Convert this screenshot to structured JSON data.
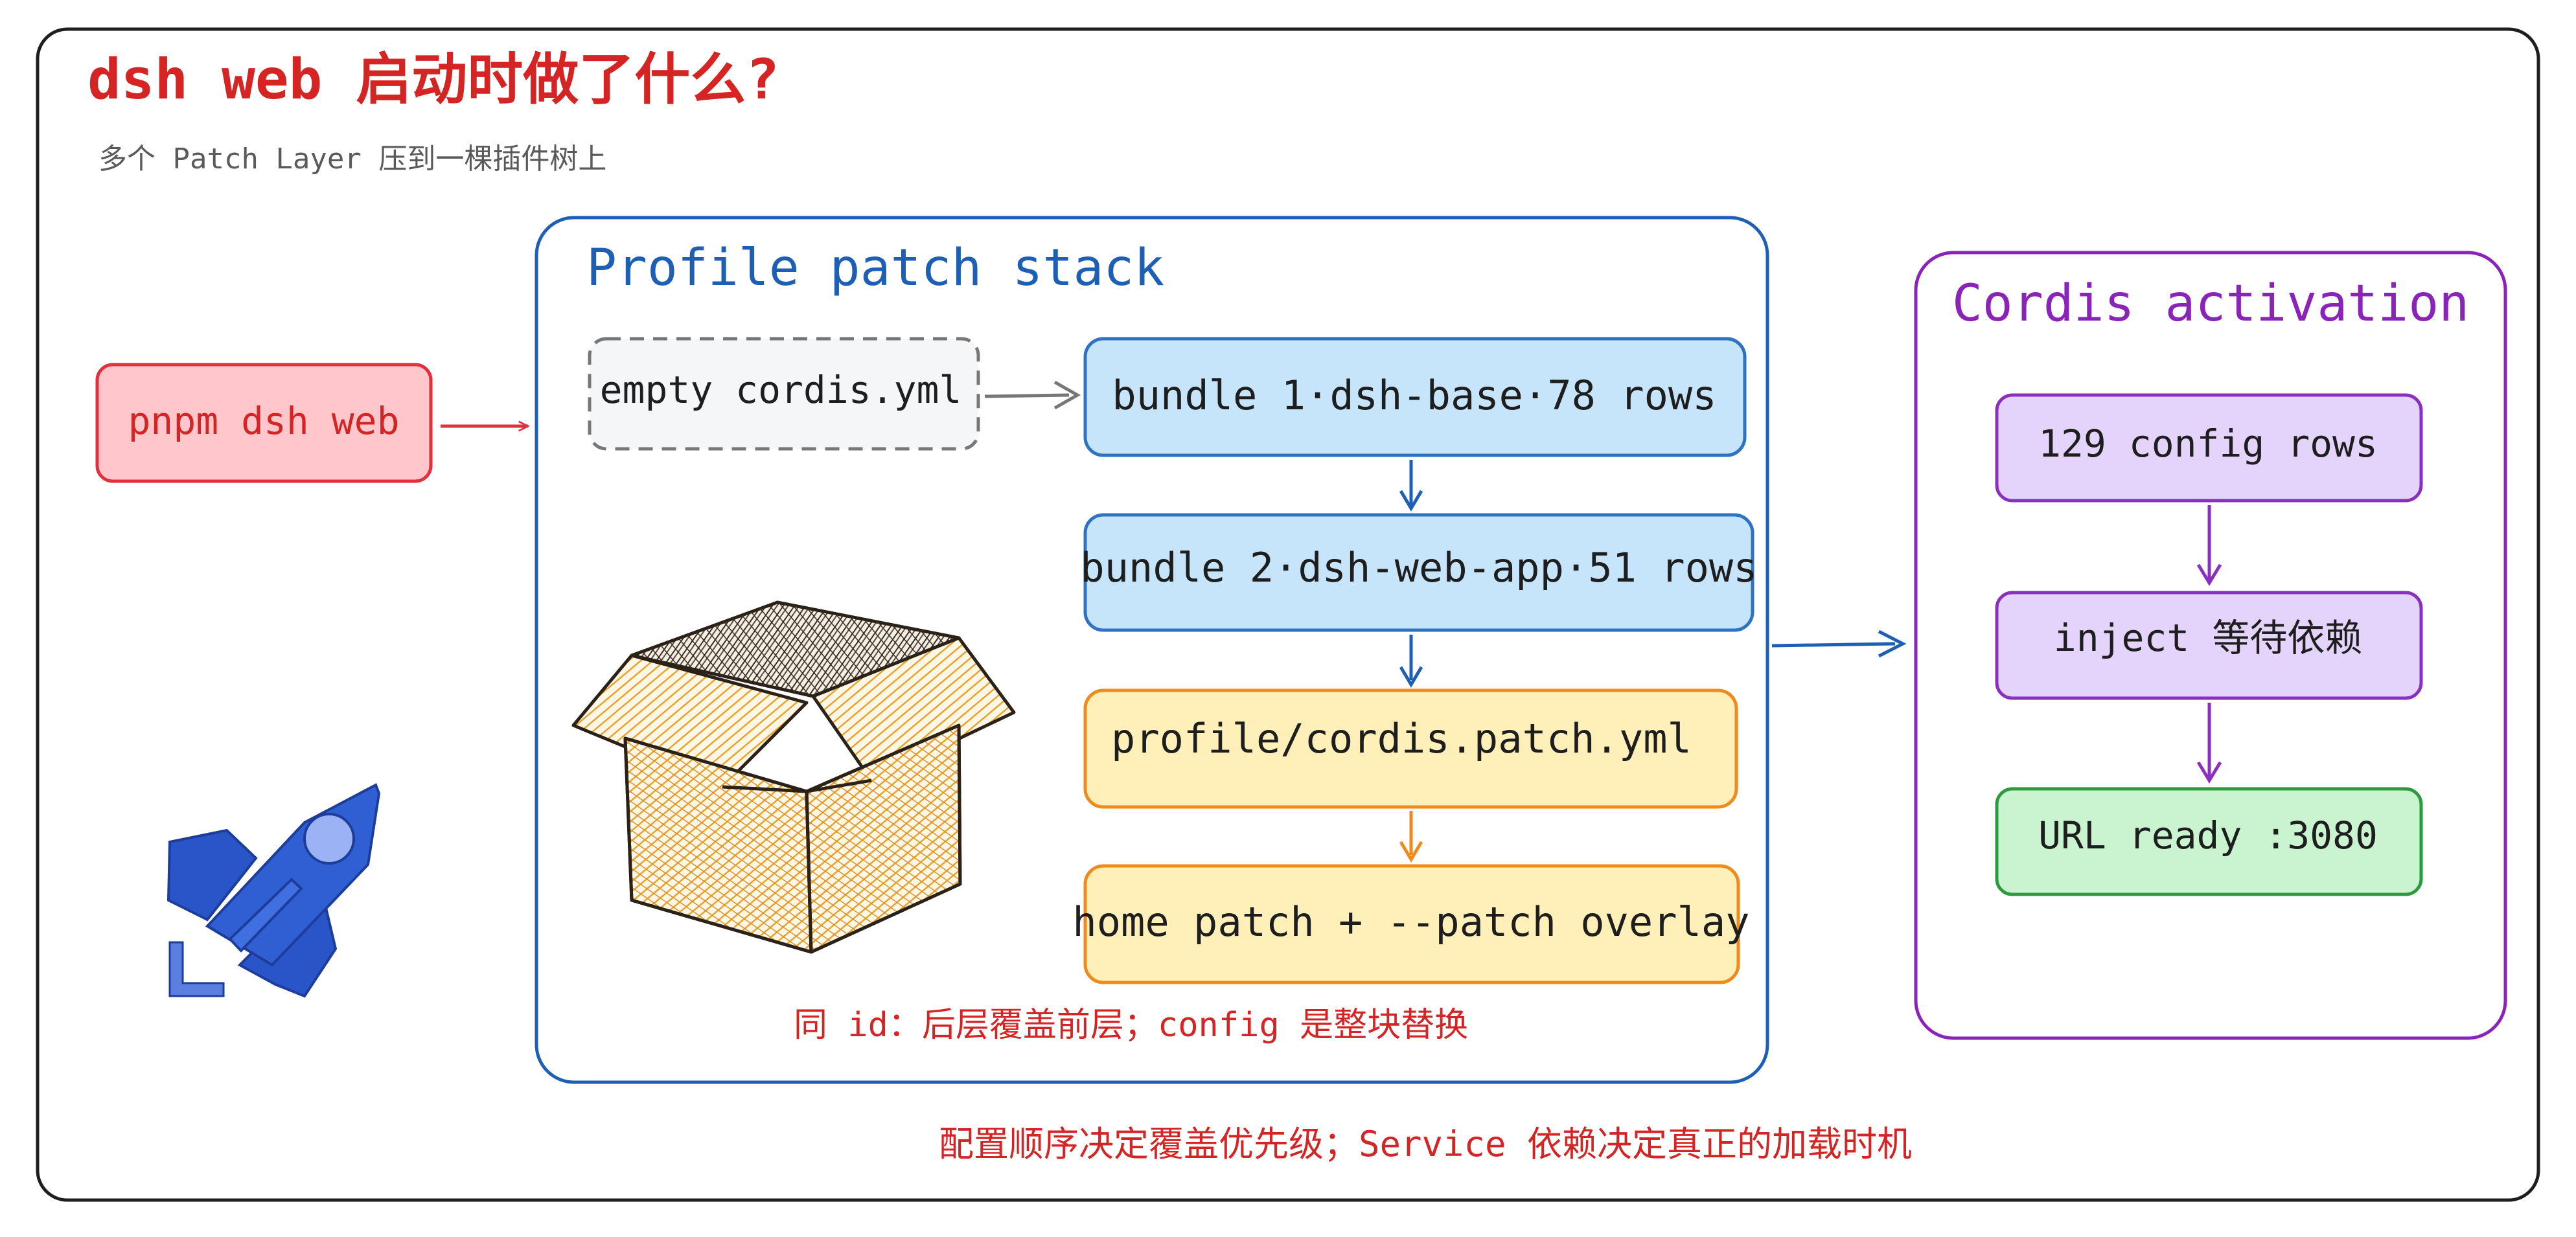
{
  "title": "dsh web 启动时做了什么?",
  "subtitle": "多个 Patch Layer 压到一棵插件树上",
  "command": {
    "label": "pnpm dsh web"
  },
  "stack": {
    "title": "Profile patch stack",
    "empty_label": "empty cordis.yml",
    "layers": [
      {
        "label": "bundle 1·dsh-base·78 rows"
      },
      {
        "label": "bundle 2·dsh-web-app·51 rows"
      },
      {
        "label": "profile/cordis.patch.yml"
      },
      {
        "label": "home patch + --patch overlay"
      }
    ],
    "note": "同 id：后层覆盖前层；config 是整块替换"
  },
  "activation": {
    "title": "Cordis activation",
    "steps": [
      {
        "label": "129 config rows"
      },
      {
        "label": "inject 等待依赖"
      },
      {
        "label": "URL ready :3080"
      }
    ]
  },
  "footer_note": "配置顺序决定覆盖优先级；Service 依赖决定真正的加载时机",
  "icons": {
    "box": "open-cardboard-box-icon",
    "rocket": "rocket-icon"
  },
  "colors": {
    "frame": "#1e1e1e",
    "title_red": "#d42424",
    "command_fill": "#ffc7cc",
    "command_stroke": "#e0313d",
    "stack_stroke": "#1c5fb5",
    "stack_title": "#1c5fb5",
    "bundle_fill": "#c6e5fb",
    "bundle_stroke": "#2f72c2",
    "profile_fill": "#ffefb8",
    "profile_stroke": "#ef8a1c",
    "empty_fill": "#f5f6f7",
    "empty_stroke": "#777777",
    "activation_stroke": "#8a23b8",
    "activation_title": "#8a23b8",
    "step_fill": "#e4d4fb",
    "step_stroke": "#8a2fc0",
    "ready_fill": "#c9f4cf",
    "ready_stroke": "#2e9a3e",
    "note_red": "#d42424"
  }
}
